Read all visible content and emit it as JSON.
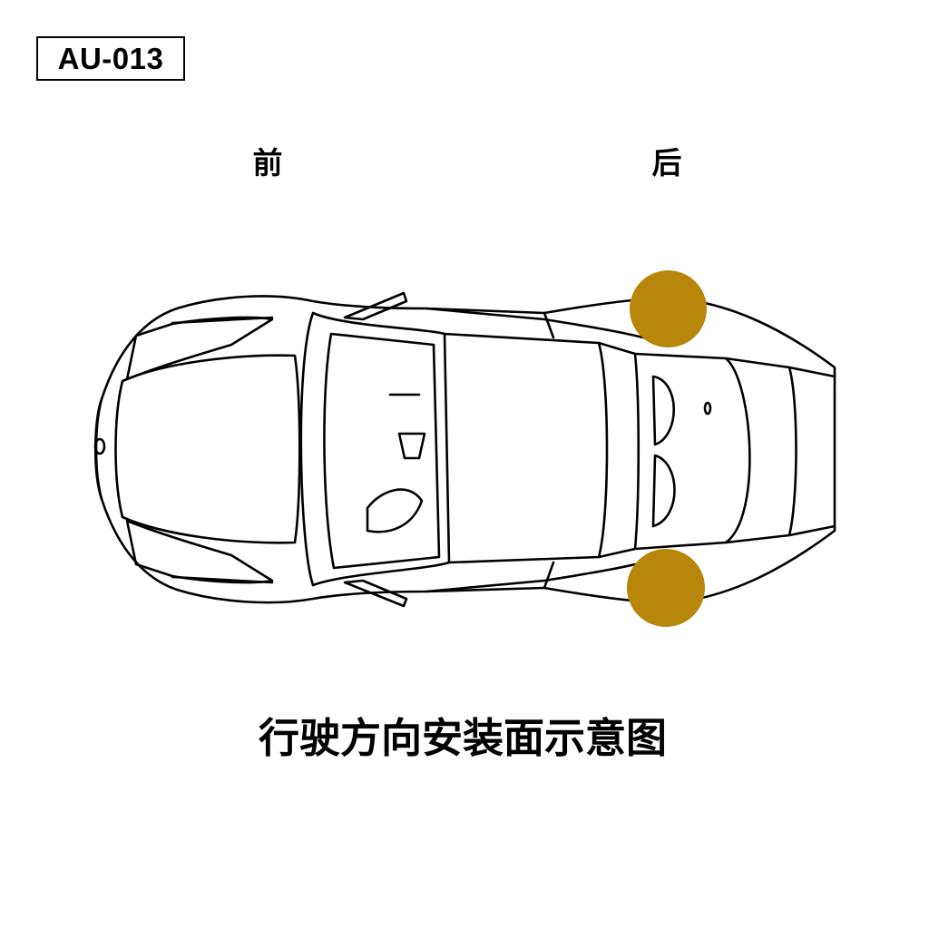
{
  "product_code": "AU-013",
  "labels": {
    "front": "前",
    "rear": "后"
  },
  "caption": "行驶方向安装面示意图",
  "markers": {
    "color": "#b8860b",
    "count": 2
  },
  "icons": {
    "car": "car-top-view-icon",
    "marker": "installation-point-icon"
  }
}
